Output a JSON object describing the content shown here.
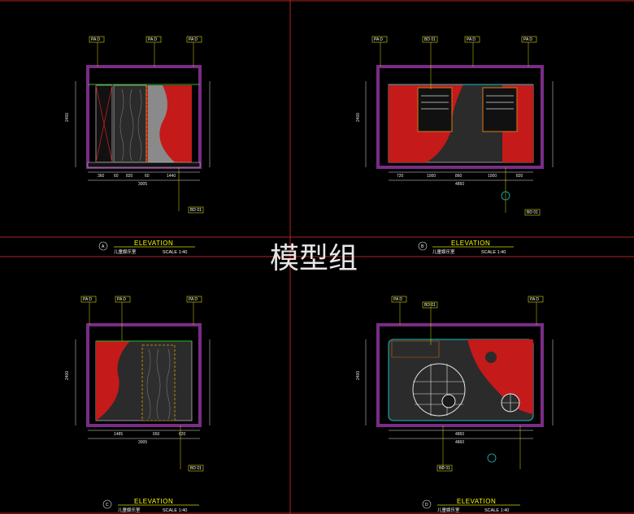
{
  "watermark": "模型组",
  "colors": {
    "frame": "#b22222",
    "wall": "#7a2c86",
    "red": "#c41a1a",
    "dark": "#2b2b2b",
    "cyan": "#19c2c2",
    "yellow": "#d8d800",
    "green": "#1fbf1f"
  },
  "panels": [
    {
      "id": "A",
      "title": "ELEVATION",
      "subtitle": "儿童娱乐室",
      "scale": "SCALE 1:40",
      "tags_top": [
        "PA D",
        "PA D",
        "PA D"
      ],
      "tag_bottom": "BD 01",
      "level_left": "2400",
      "dims": [
        "360",
        "60",
        "820",
        "60",
        "1440"
      ],
      "total": "3005"
    },
    {
      "id": "B",
      "title": "ELEVATION",
      "subtitle": "儿童娱乐室",
      "scale": "SCALE 1:40",
      "tags_top": [
        "PA D",
        "BD 01",
        "PA D",
        "PA D"
      ],
      "tag_bottom": "BD 01",
      "level_left": "2400",
      "dims": [
        "720",
        "1000",
        "860",
        "1000",
        "820"
      ],
      "total": "4860"
    },
    {
      "id": "C",
      "title": "ELEVATION",
      "subtitle": "儿童娱乐室",
      "scale": "SCALE 1:40",
      "tags_top": [
        "PA D",
        "PA D",
        "PA D"
      ],
      "tag_bottom": "BD 01",
      "level_left": "2400",
      "dims": [
        "1485",
        "650",
        "820"
      ],
      "total": "3005"
    },
    {
      "id": "D",
      "title": "ELEVATION",
      "subtitle": "儿童娱乐室",
      "scale": "SCALE 1:40",
      "tags_top": [
        "PA D",
        "BD 01",
        "PA D"
      ],
      "tag_bottom": "BD 01",
      "level_left": "2400",
      "dims": [
        "4860"
      ],
      "total": "4860"
    }
  ]
}
